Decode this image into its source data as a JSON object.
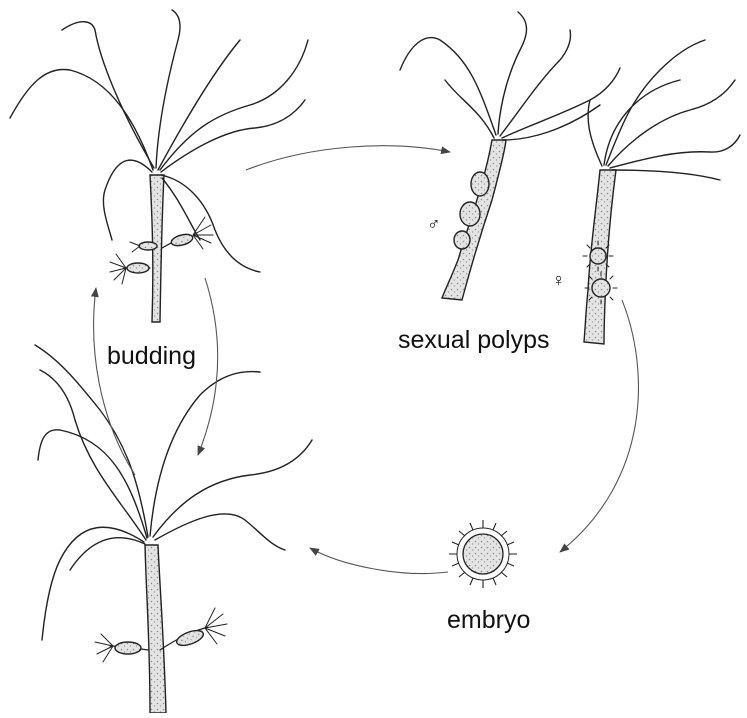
{
  "labels": {
    "budding": "budding",
    "sexual_polyps": "sexual polyps",
    "embryo": "embryo",
    "male_symbol": "♂",
    "female_symbol": "♀"
  },
  "colors": {
    "ink": "#222222",
    "stipple": "#bdbdbd",
    "arrow": "#555555"
  }
}
